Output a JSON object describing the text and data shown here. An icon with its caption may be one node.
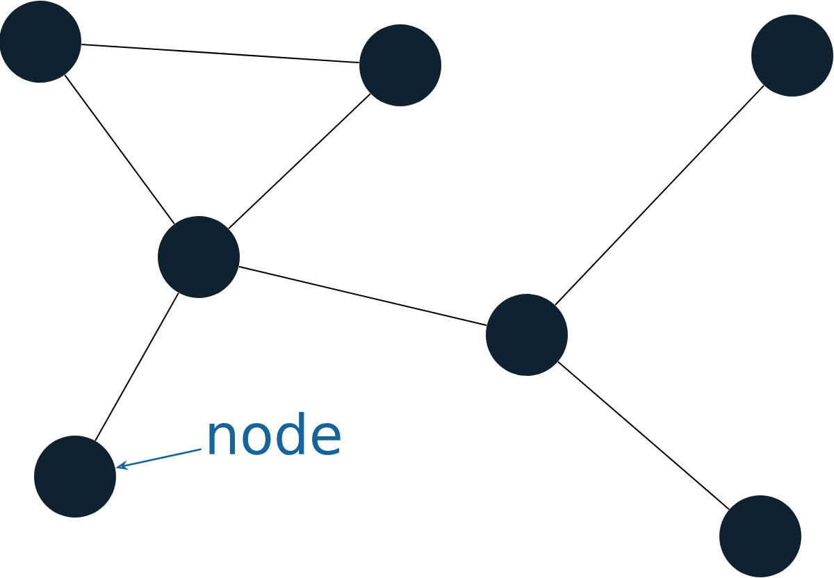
{
  "diagram": {
    "nodes": [
      {
        "text": [],
        "shape": "circle"
      },
      {
        "text": [],
        "shape": "circle"
      },
      {
        "text": [],
        "shape": "circle"
      },
      {
        "text": [],
        "shape": "circle"
      },
      {
        "text": [],
        "shape": "circle"
      },
      {
        "text": [],
        "shape": "circle"
      },
      {
        "text": [
          "node"
        ]
      },
      {
        "text": [],
        "shape": "circle"
      }
    ],
    "edges": [
      {
        "from": 0,
        "to": 1,
        "arrow": "none"
      },
      {
        "from": 0,
        "to": 3,
        "arrow": "none"
      },
      {
        "from": 1,
        "to": 3,
        "arrow": "none"
      },
      {
        "from": 3,
        "to": 4,
        "arrow": "none"
      },
      {
        "from": 3,
        "to": 5,
        "arrow": "none"
      },
      {
        "from": 2,
        "to": 4,
        "arrow": "none"
      },
      {
        "from": 4,
        "to": 7,
        "arrow": "none"
      },
      {
        "from": 6,
        "to": 5,
        "arrow": "to",
        "color": "#17649a"
      }
    ]
  }
}
